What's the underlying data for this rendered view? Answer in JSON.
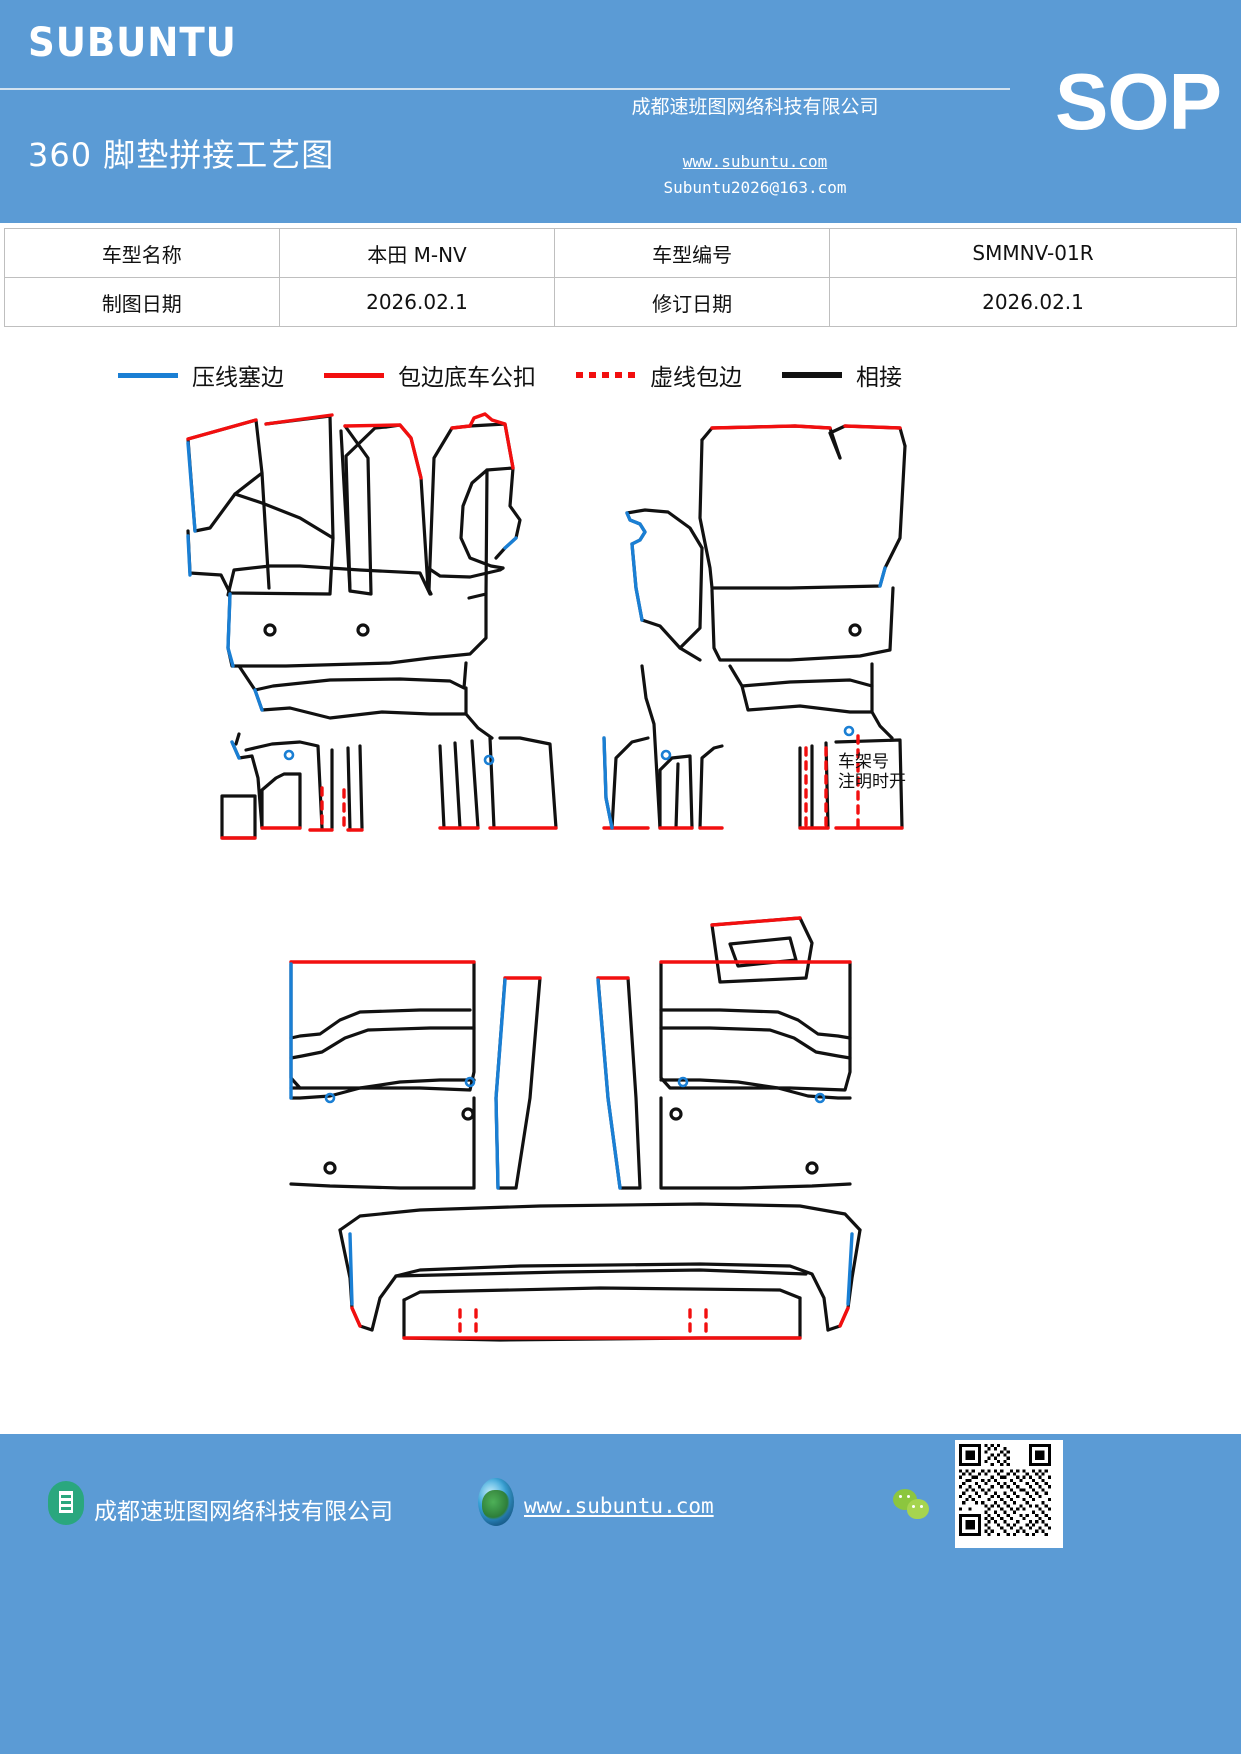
{
  "header": {
    "brand": "SUBUNTU",
    "doc_title": "360 脚垫拼接工艺图",
    "badge": "SOP",
    "company": "成都速班图网络科技有限公司",
    "website": "www.subuntu.com",
    "email": "Subuntu2026@163.com",
    "bg_color": "#5b9bd5"
  },
  "info_table": {
    "rows": [
      {
        "label1": "车型名称",
        "value1": "本田 M-NV",
        "label2": "车型编号",
        "value2": "SMMNV-01R"
      },
      {
        "label1": "制图日期",
        "value1": "2026.02.1",
        "label2": "修订日期",
        "value2": "2026.02.1"
      }
    ]
  },
  "legend": {
    "items": [
      {
        "label": "压线塞边",
        "style": "solid",
        "color": "#1a7fd4"
      },
      {
        "label": "包边底车公扣",
        "style": "solid",
        "color": "#f20f0f"
      },
      {
        "label": "虚线包边",
        "style": "dotted",
        "color": "#f20f0f"
      },
      {
        "label": "相接",
        "style": "solid",
        "color": "#111111"
      }
    ]
  },
  "drawing": {
    "annotations": [
      {
        "line1": "车架号",
        "line2": "注明时开"
      }
    ],
    "colors": {
      "seam_blue": "#1a7fd4",
      "edge_red": "#f20f0f",
      "joint_black": "#111111"
    }
  },
  "footer": {
    "company": "成都速班图网络科技有限公司",
    "website": "www.subuntu.com",
    "bg_color": "#5b9bd5"
  }
}
